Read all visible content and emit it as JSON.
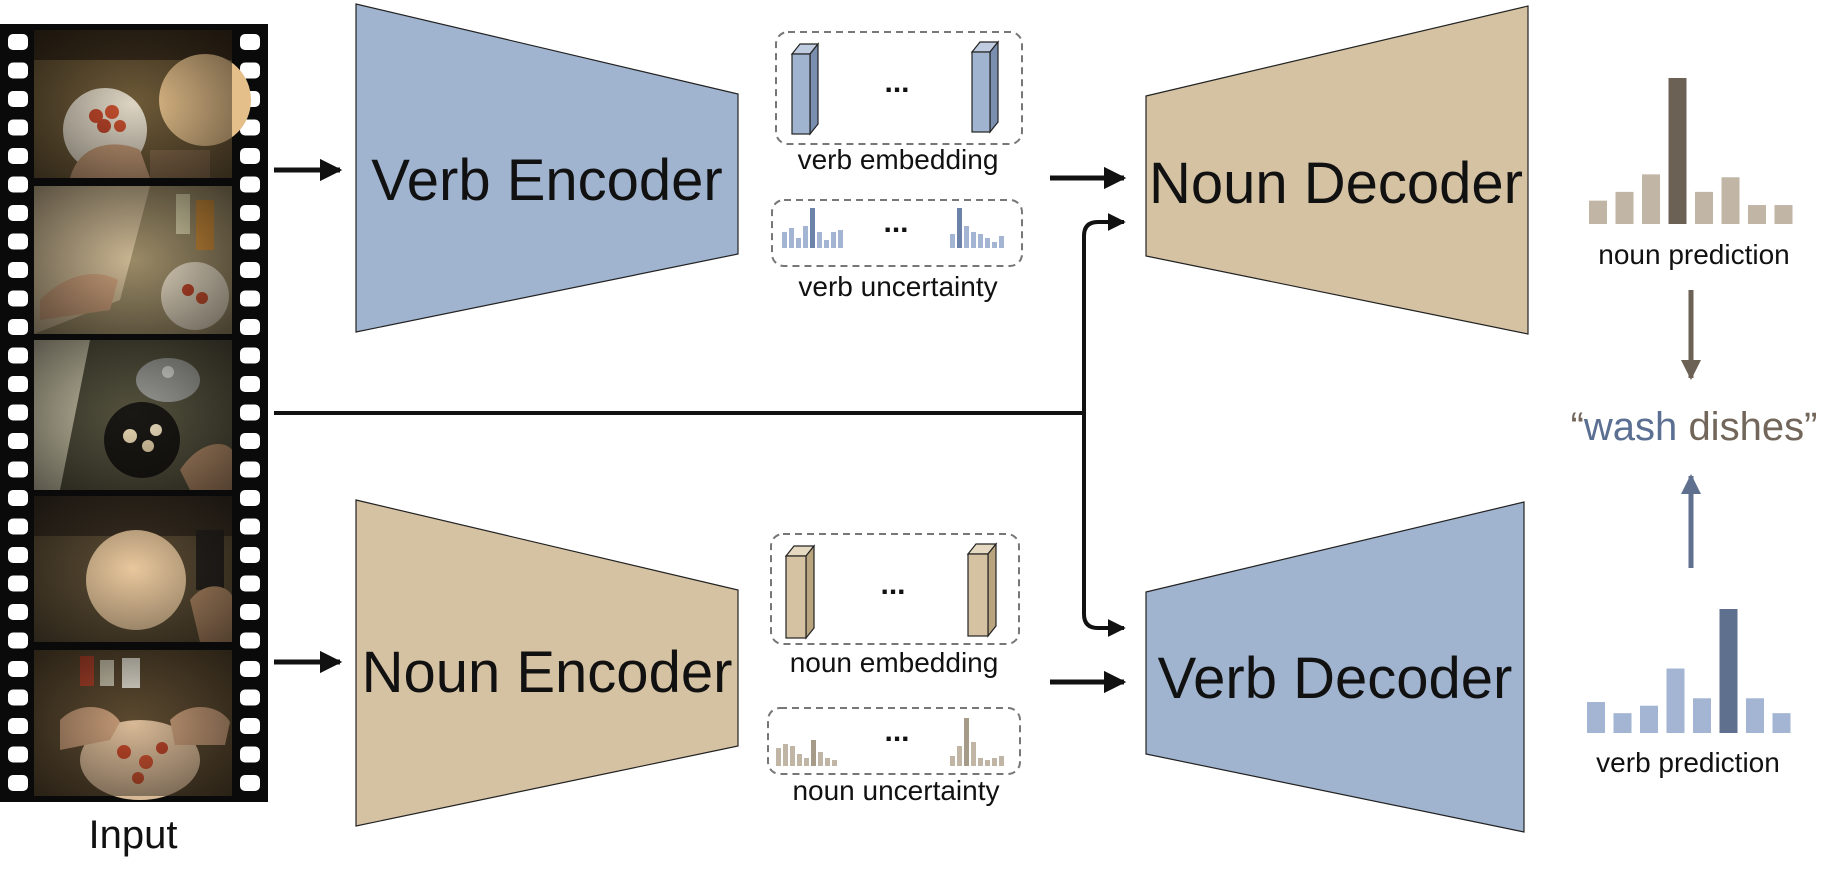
{
  "colors": {
    "verb": "#a0b3cf",
    "verb_dark": "#5f708f",
    "verb_text": "#5a6f91",
    "noun": "#d5c2a3",
    "noun_dark": "#6b6255",
    "noun_text": "#716659",
    "noun_pred_bar": "#c1b6a6",
    "verb_pred_bar": "#a3b5d3"
  },
  "input": {
    "label": "Input",
    "frames": [
      "frame-tomato-chopping",
      "frame-counter-reaching",
      "frame-stove-pan",
      "frame-dough-plate",
      "frame-pizza-topping"
    ]
  },
  "encoders": {
    "verb": {
      "label": "Verb Encoder"
    },
    "noun": {
      "label": "Noun Encoder"
    }
  },
  "decoders": {
    "noun": {
      "label": "Noun Decoder"
    },
    "verb": {
      "label": "Verb Decoder"
    }
  },
  "embeddings": {
    "verb": {
      "caption": "verb embedding",
      "ellipsis": "..."
    },
    "noun": {
      "caption": "noun embedding",
      "ellipsis": "..."
    }
  },
  "uncertainty": {
    "verb": {
      "caption": "verb uncertainty",
      "ellipsis": "..."
    },
    "noun": {
      "caption": "noun uncertainty",
      "ellipsis": "..."
    }
  },
  "predictions": {
    "noun": {
      "caption": "noun prediction",
      "values": [
        0.16,
        0.22,
        0.34,
        1.0,
        0.22,
        0.32,
        0.13,
        0.13
      ],
      "highlight_index": 3
    },
    "verb": {
      "caption": "verb prediction",
      "values": [
        0.25,
        0.16,
        0.22,
        0.52,
        0.28,
        1.0,
        0.28,
        0.16
      ],
      "highlight_index": 5
    }
  },
  "output": {
    "open_quote": "“",
    "verb_word": "wash",
    "noun_word": "dishes",
    "close_quote": "”"
  }
}
